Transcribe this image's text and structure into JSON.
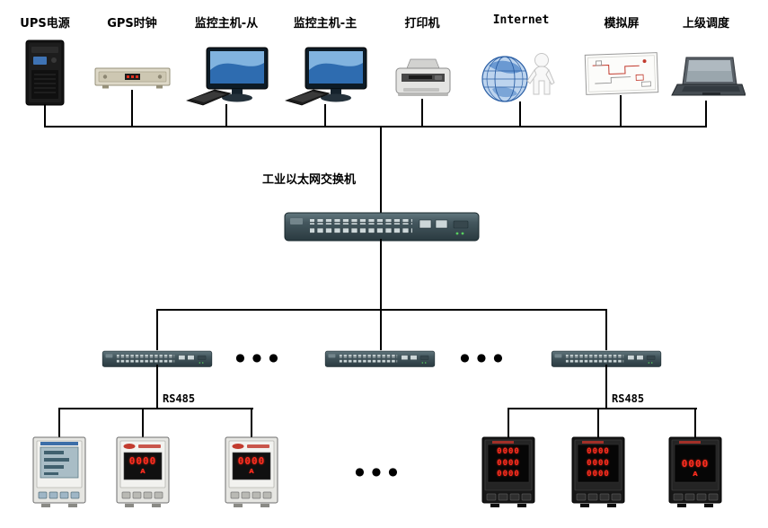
{
  "top_row": {
    "devices": [
      {
        "label": "UPS电源",
        "icon": "ups-tower-icon"
      },
      {
        "label": "GPS时钟",
        "icon": "gps-clock-icon"
      },
      {
        "label": "监控主机-从",
        "icon": "monitor-computer-icon"
      },
      {
        "label": "监控主机-主",
        "icon": "monitor-computer-icon"
      },
      {
        "label": "打印机",
        "icon": "printer-icon"
      },
      {
        "label": "Internet",
        "icon": "internet-globe-icon"
      },
      {
        "label": "模拟屏",
        "icon": "mimic-panel-icon"
      },
      {
        "label": "上级调度",
        "icon": "laptop-icon"
      }
    ]
  },
  "core": {
    "switch_label": "工业以太网交换机"
  },
  "distribution": {
    "ellipsis_left": "●●●",
    "ellipsis_right": "●●●"
  },
  "field": {
    "rs485_left": "RS485",
    "rs485_right": "RS485",
    "ellipsis": "●●●",
    "meters_left": [
      {
        "display": "",
        "unit": ""
      },
      {
        "display": "0000",
        "unit": "A"
      },
      {
        "display": "0000",
        "unit": "A"
      }
    ],
    "meters_right": [
      {
        "rows": [
          "0000",
          "0000",
          "0000"
        ]
      },
      {
        "rows": [
          "0000",
          "0000",
          "0000"
        ]
      },
      {
        "display": "0000",
        "unit": "A"
      }
    ]
  },
  "colors": {
    "line": "#000000",
    "led_red": "#ff2d20",
    "switch_body": "#44575e",
    "globe_blue": "#2b5fa5"
  }
}
